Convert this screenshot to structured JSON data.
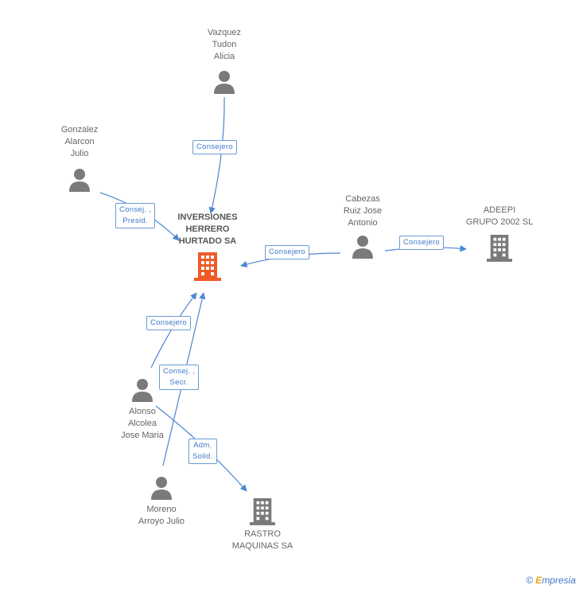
{
  "main_company": {
    "lines": [
      "INVERSIONES",
      "HERRERO",
      "HURTADO SA"
    ],
    "icon": "building-icon",
    "color": "#f05a28"
  },
  "people": [
    {
      "id": "vazquez",
      "lines": [
        "Vazquez",
        "Tudon",
        "Alicia"
      ]
    },
    {
      "id": "gonzalez",
      "lines": [
        "Gonzalez",
        "Alarcon",
        "Julio"
      ]
    },
    {
      "id": "cabezas",
      "lines": [
        "Cabezas",
        "Ruiz Jose",
        "Antonio"
      ]
    },
    {
      "id": "alonso",
      "lines": [
        "Alonso",
        "Alcolea",
        "Jose Maria"
      ]
    },
    {
      "id": "moreno",
      "lines": [
        "Moreno",
        "Arroyo Julio"
      ]
    }
  ],
  "companies": [
    {
      "id": "adeepi",
      "lines": [
        "ADEEPI",
        "GRUPO 2002 SL"
      ]
    },
    {
      "id": "rastro",
      "lines": [
        "RASTRO",
        "MAQUINAS SA"
      ]
    }
  ],
  "roles": {
    "vazquez": [
      "Consejero"
    ],
    "gonzalez": [
      "Consej. ,",
      "Presid."
    ],
    "cabezas_main": [
      "Consejero"
    ],
    "cabezas_adeepi": [
      "Consejero"
    ],
    "moreno_main": [
      "Consejero"
    ],
    "alonso_main": [
      "Consej. ,",
      "Secr."
    ],
    "alonso_rastro": [
      "Adm.",
      "Solid."
    ]
  },
  "colors": {
    "edge": "#4a86d4",
    "icon_gray": "#7a7a7a",
    "main_icon": "#f05a28"
  },
  "footer": {
    "copyright": "©",
    "brand_initial": "E",
    "brand_rest": "mpresia"
  }
}
